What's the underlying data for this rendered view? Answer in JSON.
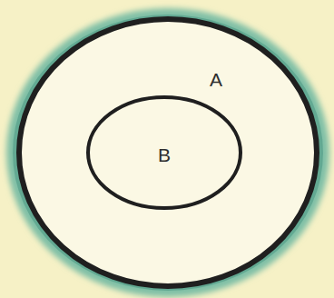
{
  "diagram": {
    "nodes": [
      {
        "text": [
          "A"
        ]
      },
      {
        "text": [
          "B"
        ],
        "in": 0
      }
    ]
  }
}
